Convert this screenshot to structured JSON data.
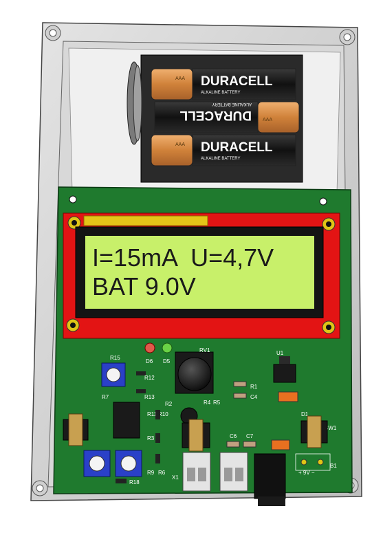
{
  "lcd": {
    "line1": "I=15mA  U=4,7V",
    "line2": "BAT 9.0V",
    "backlight_color": "#c8f06a",
    "frame_color": "#e31414"
  },
  "batteries": [
    {
      "brand": "DURACELL",
      "subtitle": "ALKALINE BATTERY",
      "size": "AAA"
    },
    {
      "brand": "DURACELL",
      "subtitle": "ALKALINE BATTERY",
      "size": "AAA"
    },
    {
      "brand": "DURACELL",
      "subtitle": "ALKALINE BATTERY",
      "size": "AAA"
    }
  ],
  "pcb": {
    "board_color": "#1f7a2e",
    "labels": {
      "R15": "R15",
      "D6": "D6",
      "D5": "D5",
      "RV1": "RV1",
      "U1": "U1",
      "R12": "R12",
      "R7": "R7",
      "R13": "R13",
      "R1": "R1",
      "C4": "C4",
      "R2": "R2",
      "R4": "R4",
      "R5": "R5",
      "R11": "R11",
      "R10": "R10",
      "R3": "R3",
      "C6": "C6",
      "C7": "C7",
      "D1": "D1",
      "SW1": "SW1",
      "R9": "R9",
      "R6": "R6",
      "X1": "X1",
      "R18": "R18",
      "B1": "B1",
      "battery_terminal": "+ 9V −"
    }
  }
}
